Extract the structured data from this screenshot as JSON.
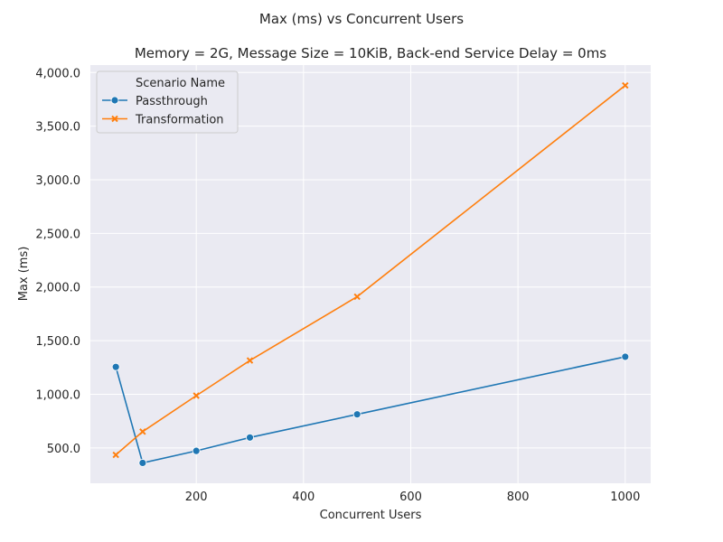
{
  "chart_data": {
    "type": "line",
    "suptitle": "Max (ms) vs Concurrent Users",
    "title": "Memory = 2G, Message Size = 10KiB, Back-end Service Delay = 0ms",
    "xlabel": "Concurrent Users",
    "ylabel": "Max (ms)",
    "xlim": [
      2.5,
      1047.5
    ],
    "ylim": [
      170,
      4070
    ],
    "xticks": [
      200,
      400,
      600,
      800,
      1000
    ],
    "yticks": [
      500,
      1000,
      1500,
      2000,
      2500,
      3000,
      3500,
      4000
    ],
    "ytick_labels": [
      "500.0",
      "1,000.0",
      "1,500.0",
      "2,000.0",
      "2,500.0",
      "3,000.0",
      "3,500.0",
      "4,000.0"
    ],
    "grid": true,
    "legend": {
      "title": "Scenario Name",
      "placement": "top-left"
    },
    "series": [
      {
        "name": "Passthrough",
        "color": "#1f77b4",
        "marker": "circle",
        "x": [
          50,
          100,
          200,
          300,
          500,
          1000
        ],
        "y": [
          1255,
          360,
          472,
          597,
          813,
          1350
        ]
      },
      {
        "name": "Transformation",
        "color": "#ff7f0e",
        "marker": "x",
        "x": [
          50,
          100,
          200,
          300,
          500,
          1000
        ],
        "y": [
          435,
          652,
          987,
          1315,
          1910,
          3880
        ]
      }
    ]
  }
}
